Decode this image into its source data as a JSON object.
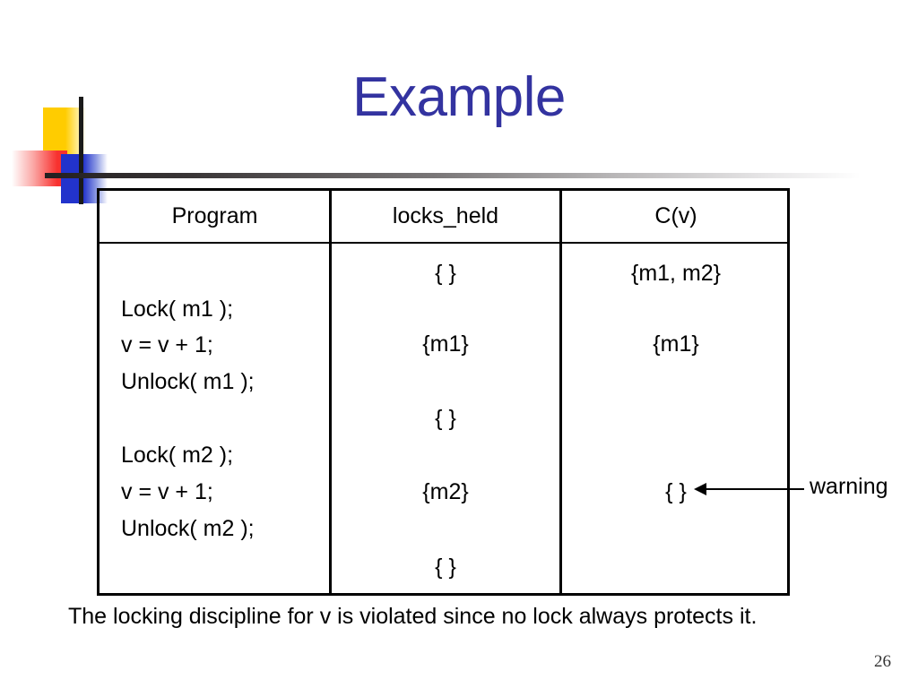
{
  "slide": {
    "title": "Example",
    "page_number": "26",
    "title_color": "#3333A0",
    "rule_color_start": "#231f20",
    "rule_color_end": "#ffffff"
  },
  "logo": {
    "yellow_color": "#FFCC00",
    "red_color": "#F8312F",
    "blue_color": "#2233CC",
    "line_color": "#1a1a1a"
  },
  "table": {
    "headers": [
      "Program",
      "locks_held",
      "C(v)"
    ],
    "program_lines": [
      "Lock( m1 );",
      "v = v + 1;",
      "Unlock( m1 );",
      "",
      "Lock( m2 );",
      "v = v + 1;",
      "Unlock( m2 );"
    ],
    "locks_held": [
      "{ }",
      "{m1}",
      "{ }",
      "{m2}",
      "{ }"
    ],
    "c_of_v": [
      "{m1, m2}",
      "{m1}",
      "",
      "{ }",
      ""
    ]
  },
  "annotation": {
    "warning_label": "warning"
  },
  "caption": {
    "text": "The locking discipline for v is violated since no lock always protects it."
  }
}
